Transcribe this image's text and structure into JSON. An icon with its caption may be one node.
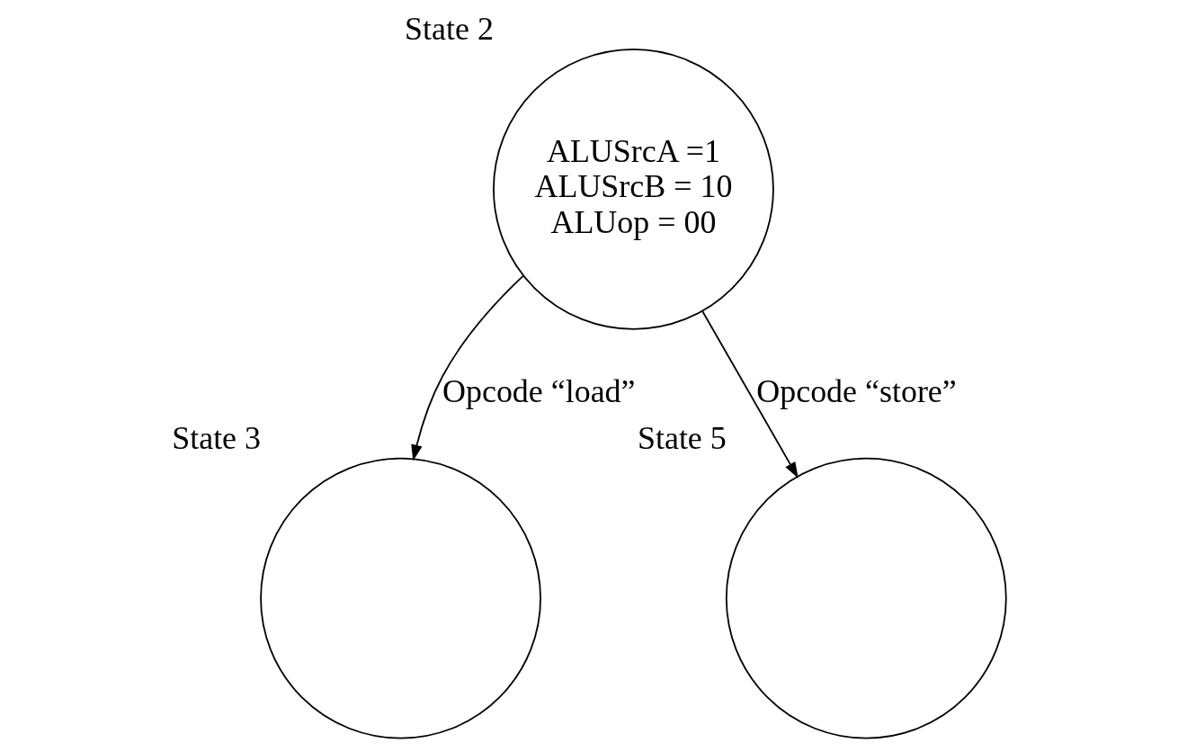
{
  "diagram": {
    "nodes": [
      {
        "text": [
          "ALUSrcA =1",
          "ALUSrcB = 10",
          "ALUop = 00"
        ],
        "beside": [
          "State 2"
        ]
      },
      {
        "text": [],
        "shape": "circle",
        "beside": [
          "State 3"
        ]
      },
      {
        "text": [],
        "shape": "circle",
        "beside": [
          "State 5"
        ]
      }
    ],
    "edges": [
      {
        "from": 0,
        "to": 1,
        "arrow": "to",
        "label": "Opcode “load”"
      },
      {
        "from": 0,
        "to": 2,
        "arrow": "to",
        "label": "Opcode “store”"
      }
    ]
  }
}
